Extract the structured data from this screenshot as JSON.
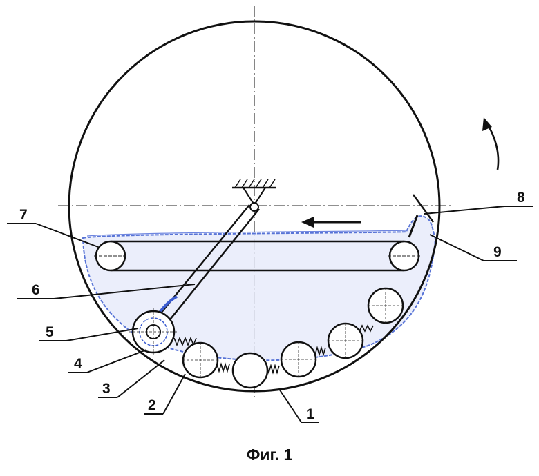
{
  "caption": "Фиг. 1",
  "labels": {
    "l1": "1",
    "l2": "2",
    "l3": "3",
    "l4": "4",
    "l5": "5",
    "l6": "6",
    "l7": "7",
    "l8": "8",
    "l9": "9"
  },
  "colors": {
    "line": "#111111",
    "liquid": "#3a5bd0"
  },
  "icons": {
    "rotation": "curved-arrow-icon",
    "flow": "left-arrow-icon"
  }
}
